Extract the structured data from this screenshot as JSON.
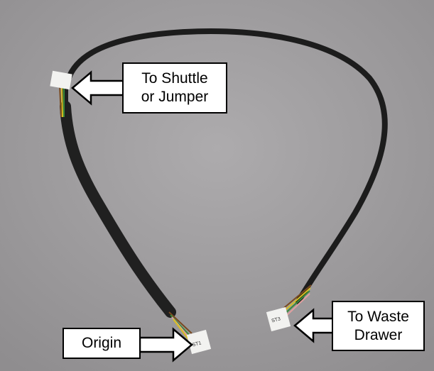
{
  "callouts": {
    "shuttle": {
      "line1": "To Shuttle",
      "line2": "or Jumper"
    },
    "origin": {
      "line1": "Origin"
    },
    "waste": {
      "line1": "To Waste",
      "line2": "Drawer"
    }
  },
  "connector_labels": {
    "origin": "ST1",
    "waste": "ST3"
  },
  "colors": {
    "background": "#a09ea0",
    "cable": "#1e1e1e",
    "connector": "#f2f2f0"
  }
}
